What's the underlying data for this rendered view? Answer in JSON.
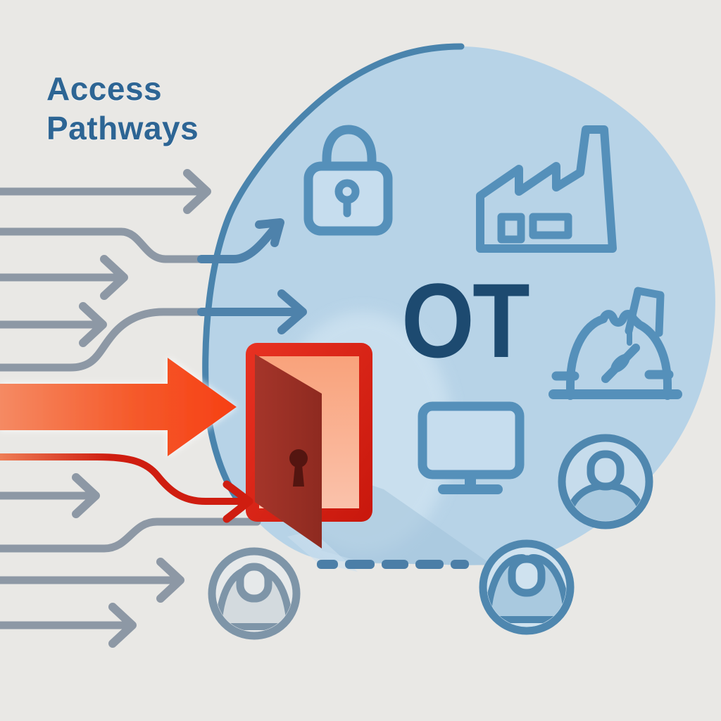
{
  "title": {
    "text": "Access Pathways"
  },
  "zone": {
    "label": "OT",
    "description": "protected operational technology zone drawn as large light-blue blob"
  },
  "icons": [
    {
      "name": "padlock-icon",
      "meaning": "security lock inside OT zone"
    },
    {
      "name": "factory-icon",
      "meaning": "industrial plant"
    },
    {
      "name": "gauge-icon",
      "meaning": "pressure gauge / boiler with valve"
    },
    {
      "name": "monitor-icon",
      "meaning": "operator workstation screen"
    },
    {
      "name": "user-avatar-icon-inside",
      "meaning": "person inside OT zone"
    },
    {
      "name": "user-avatar-icon-boundary",
      "meaning": "person at zone boundary"
    },
    {
      "name": "user-avatar-icon-outside",
      "meaning": "external person outside zone"
    },
    {
      "name": "open-door-icon",
      "meaning": "open red door with keyhole - breach entry point"
    }
  ],
  "arrows": {
    "gray_pathway_arrow_count": 9,
    "blue_penetrating_arrow_count": 2,
    "highlight_arrow": "large solid orange arrow pointing at the open door",
    "breach_arrow": "thin red curved arrow slipping into the bottom of the door"
  },
  "door": {
    "state": "open",
    "keyhole": true
  },
  "boundary": {
    "dashed_segment_count": 5
  },
  "colors": {
    "background": "#e9e8e5",
    "zone_fill": "#b7d3e7",
    "zone_outline": "#4a84ad",
    "icon_blue": "#5590ba",
    "icon_fill": "#c6ddee",
    "avatar_blue": "#4f87af",
    "avatar_fill": "#c6dcec",
    "avatar_fill_light": "#cfe2ef",
    "shoulders_fill": "#a9c9df",
    "avatar_gray": "#7e95a8",
    "avatar_gray_fill": "#e6e9ea",
    "avatar_gray_shoulders": "#d3dade",
    "dark_blue_text": "#1d4a70",
    "title_blue": "#2d6594",
    "gray_arrow": "#8d98a5",
    "blue_arrow": "#4e82ab",
    "orange_light": "#f58a63",
    "orange_mid": "#f55b2c",
    "orange_deep": "#f63f14",
    "red_light": "#ee7d55",
    "red_arrow": "#cf1d10",
    "door_frame_red": "#e83222",
    "door_frame_dark": "#c8170c",
    "doorway_salmon": "#f9a27b",
    "doorway_light": "#fac2ab",
    "door_leaf": "#a5352a",
    "door_leaf_dark": "#8e2a20",
    "keyhole_dark": "#541510",
    "dash_blue": "#4b7ea7",
    "shadow_blue": "#a3c2da",
    "glow_blue": "#d9eaf5"
  }
}
